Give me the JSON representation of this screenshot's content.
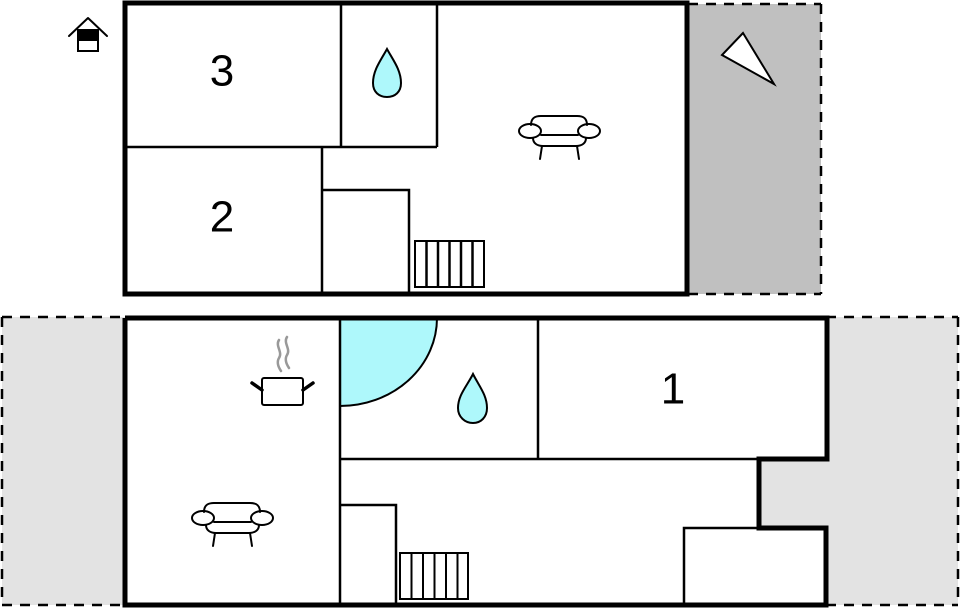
{
  "colors": {
    "wall": "#000000",
    "terrace_upper": "#c0c0c0",
    "terrace_lower": "#e3e3e3",
    "water": "#aef8fb",
    "steam": "#999999",
    "background": "#ffffff"
  },
  "upper_floor": {
    "rooms": [
      {
        "id": "bedroom-3",
        "label": "3"
      },
      {
        "id": "bedroom-2",
        "label": "2"
      }
    ],
    "icons": [
      "home-entrance-icon",
      "bathroom-drop-icon",
      "sofa-icon",
      "stairs-icon",
      "compass-north-icon"
    ],
    "terrace": "upper-terrace"
  },
  "lower_floor": {
    "rooms": [
      {
        "id": "bedroom-1",
        "label": "1"
      }
    ],
    "icons": [
      "kitchen-pot-icon",
      "shower-quarter-circle",
      "bathroom-drop-icon",
      "sofa-icon",
      "stairs-icon"
    ],
    "terraces": [
      "left-terrace",
      "right-terrace"
    ]
  }
}
